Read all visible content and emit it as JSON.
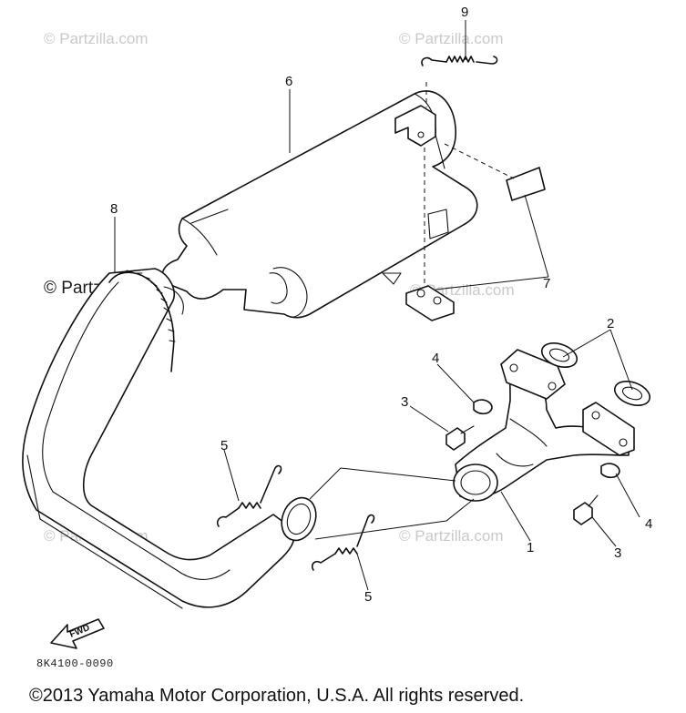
{
  "watermarks": [
    "© Partzilla.com",
    "© Partzilla.com",
    "© Partzilla.com",
    "© Partzilla.com",
    "© Partzilla.com",
    "© Partzilla.com"
  ],
  "callouts": {
    "c1": "1",
    "c2": "2",
    "c3a": "3",
    "c3b": "3",
    "c4a": "4",
    "c4b": "4",
    "c5a": "5",
    "c5b": "5",
    "c6": "6",
    "c7": "7",
    "c8": "8",
    "c9": "9"
  },
  "fwd_label": "FWD",
  "diagram_code": "8K4100-0090",
  "copyright": "©2013 Yamaha Motor Corporation, U.S.A. All rights reserved."
}
